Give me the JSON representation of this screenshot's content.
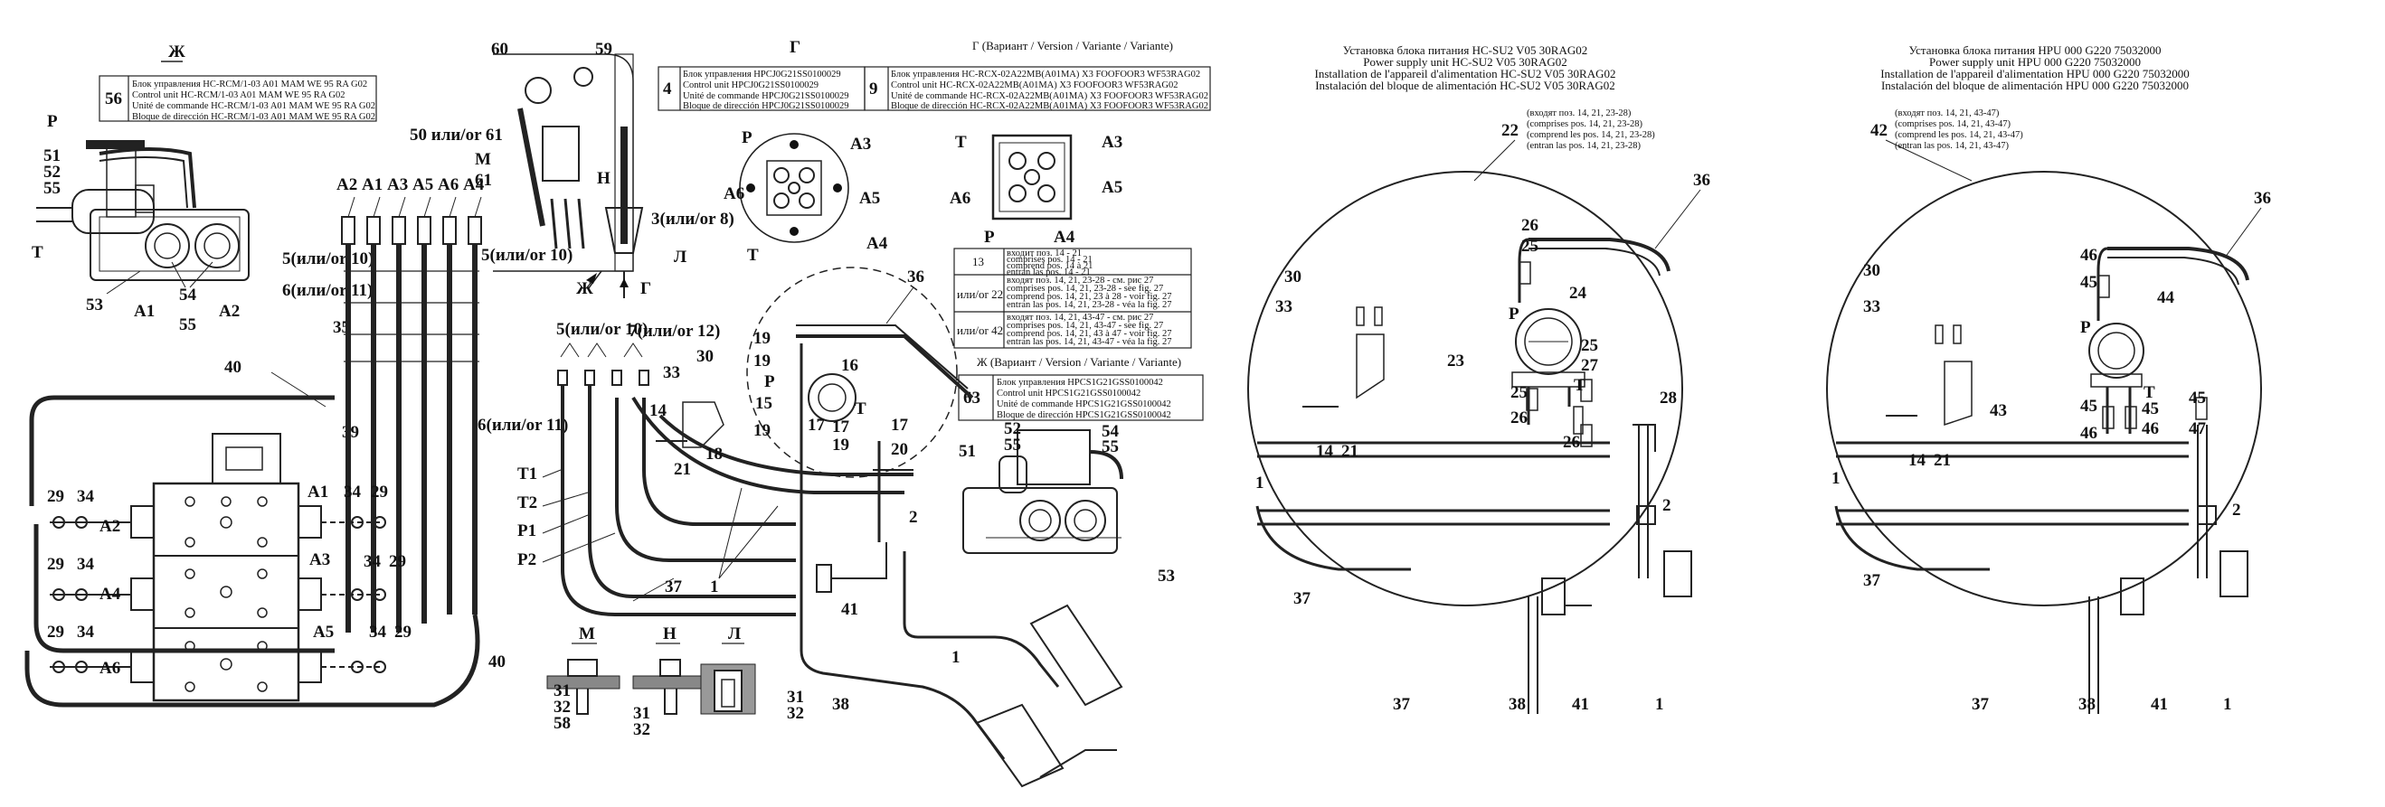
{
  "view_zh": "Ж",
  "table56": {
    "num": "56",
    "lines": [
      "Блок управления HC-RCM/1-03 A01 MAM WE 95 RA G02",
      "Control unit HC-RCM/1-03 A01 MAM WE 95 RA G02",
      "Unité de commande HC-RCM/1-03 A01 MAM WE 95 RA G02",
      "Bloque de dirección HC-RCM/1-03 A01 MAM WE 95 RA G02"
    ]
  },
  "view_g": {
    "title": "Г",
    "title_variant": "Г (Вариант / Version / Variante / Variante)"
  },
  "table4": {
    "num": "4",
    "lines": [
      "Блок управления HPCJ0G21SS0100029",
      "Control unit HPCJ0G21SS0100029",
      "Unité de commande HPCJ0G21SS0100029",
      "Bloque de dirección HPCJ0G21SS0100029"
    ]
  },
  "table9": {
    "num": "9",
    "lines": [
      "Блок управления HC-RCX-02A22MB(A01MA) X3 FOOFOOR3 WF53RAG02",
      "Control unit HC-RCX-02A22MB(A01MA) X3 FOOFOOR3 WF53RAG02",
      "Unité de commande HC-RCX-02A22MB(A01MA) X3 FOOFOOR3 WF53RAG02",
      "Bloque de dirección HC-RCX-02A22MB(A01MA) X3 FOOFOOR3 WF53RAG02"
    ]
  },
  "table_mid": {
    "rows": [
      {
        "num": "13",
        "lines": [
          "входит поз. 14 - 21",
          "comprises pos. 14 - 21",
          "comprend pos. 14 à 21",
          "entran las pos. 14 - 21"
        ]
      },
      {
        "num": "или/or 22",
        "lines": [
          "входят поз. 14, 21, 23-28 - см. рис 27",
          "comprises pos. 14, 21, 23-28 - see fig. 27",
          "comprend pos. 14, 21, 23 à 28 - voir fig. 27",
          "entran las pos. 14, 21, 23-28 - véa la fig. 27"
        ]
      },
      {
        "num": "или/or 42",
        "lines": [
          "входят поз. 14, 21, 43-47 - см. рис 27",
          "comprises pos. 14, 21, 43-47 - see fig. 27",
          "comprend pos. 14, 21, 43 à 47 - voir fig. 27",
          "entran las pos. 14, 21, 43-47 - véa la fig. 27"
        ]
      }
    ]
  },
  "view_zh_variant": "Ж (Вариант / Version / Variante / Variante)",
  "table63": {
    "num": "63",
    "lines": [
      "Блок управления HPCS1G21GSS0100042",
      "Control unit HPCS1G21GSS0100042",
      "Unité de commande HPCS1G21GSS0100042",
      "Bloque de dirección HPCS1G21GSS0100042"
    ]
  },
  "right1": {
    "title_lines": [
      "Установка блока питания HC-SU2 V05 30RAG02",
      "Power supply unit HC-SU2 V05 30RAG02",
      "Installation de l'appareil d'alimentation HC-SU2 V05 30RAG02",
      "Instalación del bloque de alimentación HC-SU2 V05 30RAG02"
    ],
    "num": "22",
    "note_lines": [
      "(входят поз. 14, 21, 23-28)",
      "(comprises pos. 14, 21, 23-28)",
      "(comprend les pos. 14, 21, 23-28)",
      "(entran las pos. 14, 21, 23-28)"
    ]
  },
  "right2": {
    "title_lines": [
      "Установка блока питания HPU 000 G220 75032000",
      "Power supply unit HPU 000 G220 75032000",
      "Installation de l'appareil d'alimentation HPU 000 G220 75032000",
      "Instalación del bloque de alimentación HPU 000 G220 75032000"
    ],
    "num": "42",
    "note_lines": [
      "(входят поз. 14, 21, 43-47)",
      "(comprises pos. 14, 21, 43-47)",
      "(comprend les pos. 14, 21, 43-47)",
      "(entran las pos. 14, 21, 43-47)"
    ]
  },
  "callouts": {
    "p": "P",
    "t": "T",
    "a1": "A1",
    "a2": "A2",
    "a3": "A3",
    "a4": "A4",
    "a5": "A5",
    "a6": "A6",
    "t1": "T1",
    "t2": "T2",
    "p1": "P1",
    "p2": "P2",
    "m": "М",
    "n": "Н",
    "l": "Л",
    "zh": "Ж",
    "g": "Г",
    "n1": "1",
    "n2": "2",
    "n14": "14",
    "n15": "15",
    "n16": "16",
    "n17": "17",
    "n18": "18",
    "n19": "19",
    "n20": "20",
    "n21": "21",
    "n23": "23",
    "n24": "24",
    "n25": "25",
    "n26": "26",
    "n27": "27",
    "n28": "28",
    "n29": "29",
    "n30": "30",
    "n31": "31",
    "n32": "32",
    "n33": "33",
    "n34": "34",
    "n35": "35",
    "n36": "36",
    "n37": "37",
    "n38": "38",
    "n39": "39",
    "n40": "40",
    "n41": "41",
    "n43": "43",
    "n44": "44",
    "n45": "45",
    "n46": "46",
    "n47": "47",
    "n51": "51",
    "n52": "52",
    "n53": "53",
    "n54": "54",
    "n55": "55",
    "n58": "58",
    "n59": "59",
    "n60": "60",
    "n61": "61",
    "c5_10": "5(или/or 10)",
    "c6_11": "6(или/or 11)",
    "c7_12": "7(или/or 12)",
    "c3_8": "3(или/or 8)",
    "c50_61": "50 или/or 61"
  }
}
